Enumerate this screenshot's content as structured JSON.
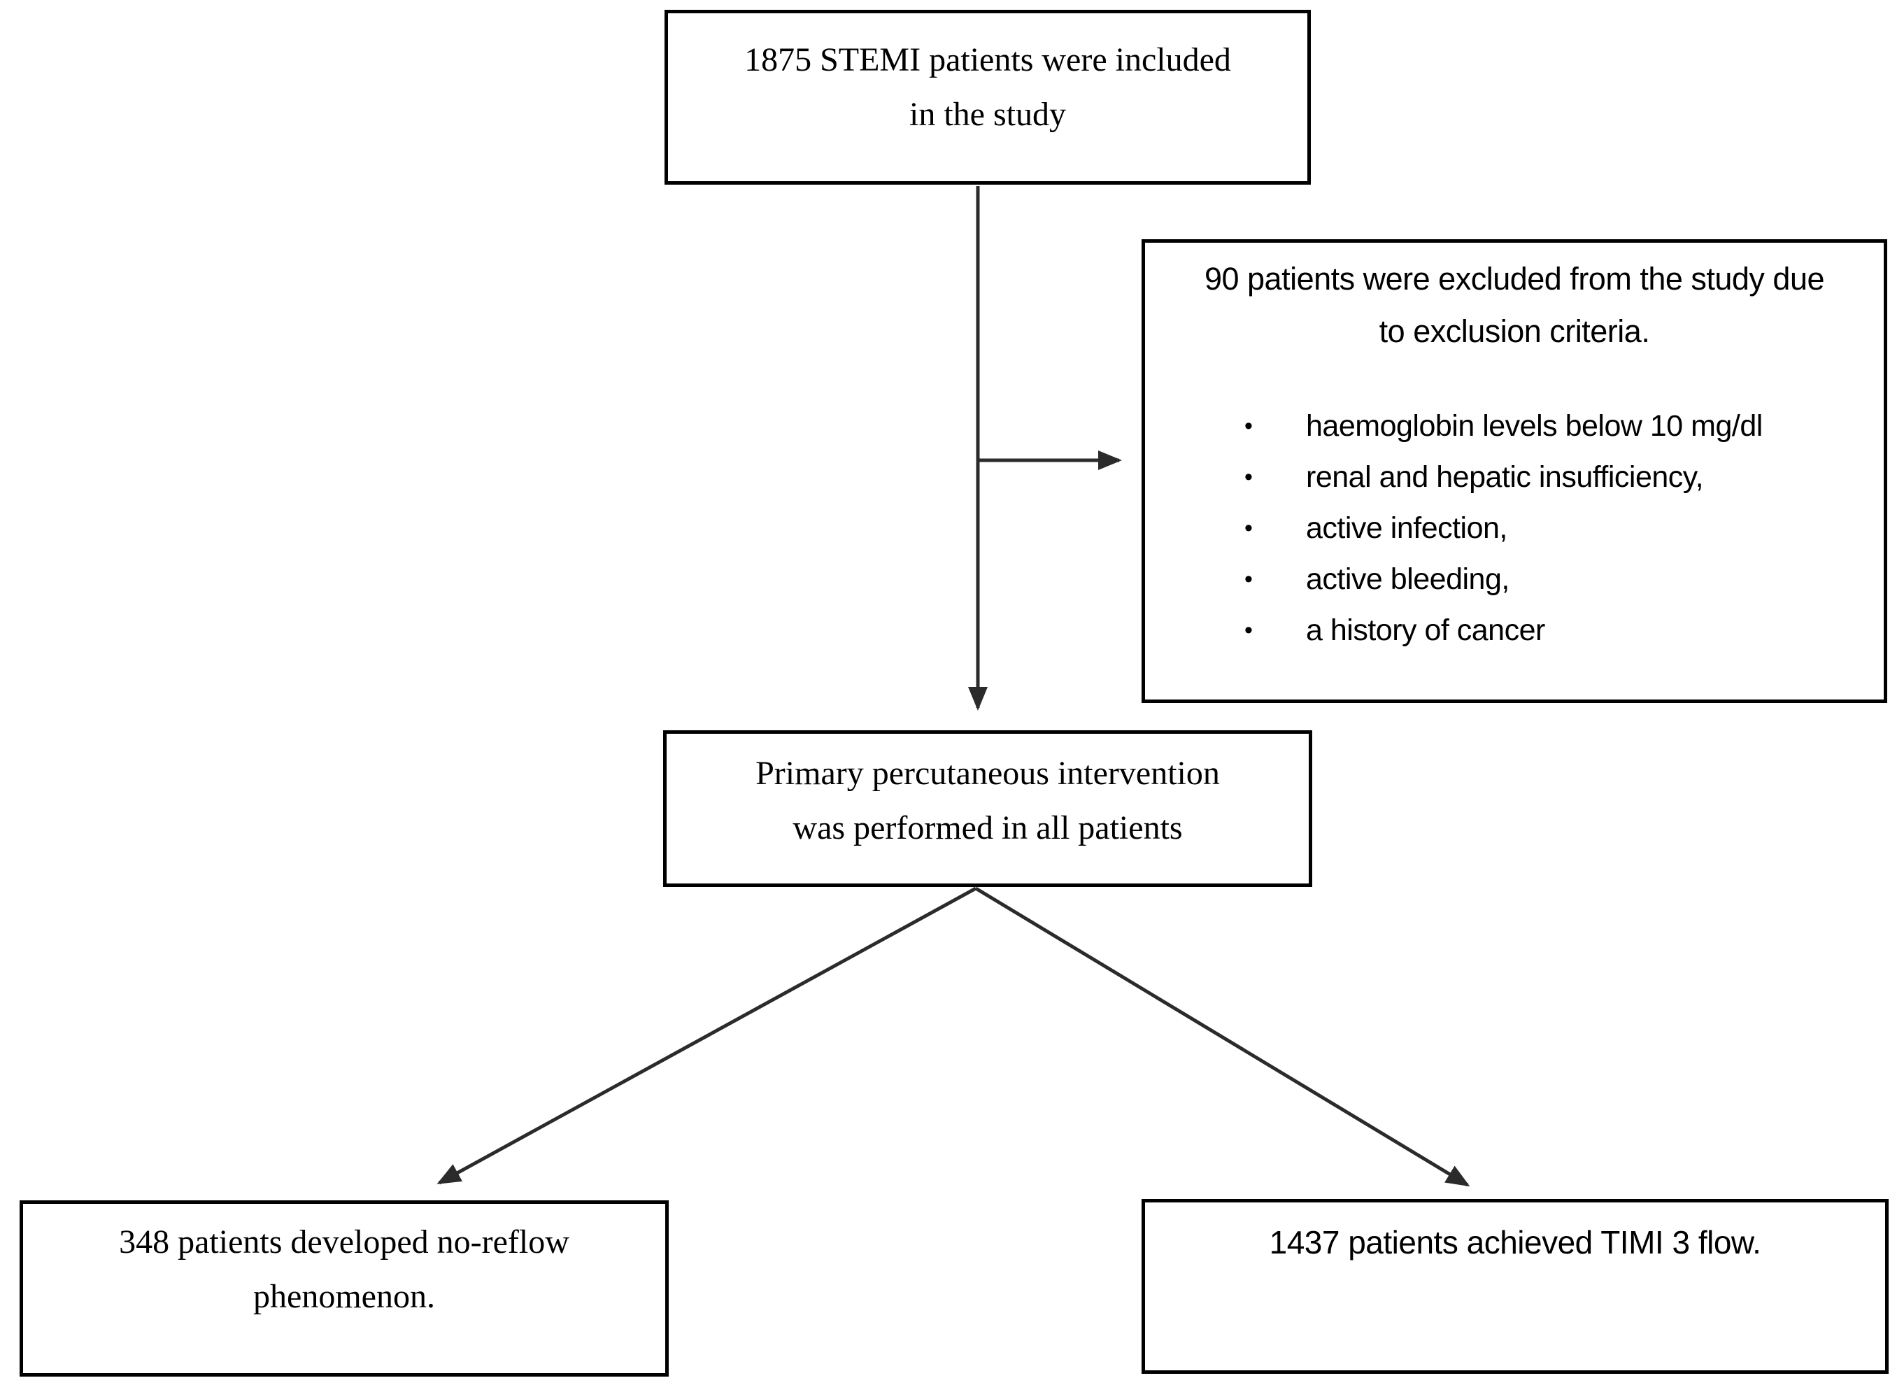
{
  "boxes": {
    "included": {
      "line1": "1875 STEMI patients were included",
      "line2": "in the study"
    },
    "excluded": {
      "heading_line1": "90 patients were excluded from the study due",
      "heading_line2": "to exclusion criteria.",
      "bullet_char": "•",
      "bullets": [
        "haemoglobin levels below 10 mg/dl",
        "renal and hepatic insufficiency,",
        "active infection,",
        "active bleeding,",
        "a history of cancer"
      ]
    },
    "intervention": {
      "line1": "Primary percutaneous intervention",
      "line2": "was performed in all patients"
    },
    "no_reflow": {
      "line1": "348 patients developed no-reflow",
      "line2": "phenomenon."
    },
    "timi": {
      "line1": "1437 patients achieved TIMI 3 flow."
    }
  },
  "colors": {
    "box_border": "#000000",
    "text": "#000000",
    "connector": "#2b2b2b",
    "background": "#ffffff"
  }
}
